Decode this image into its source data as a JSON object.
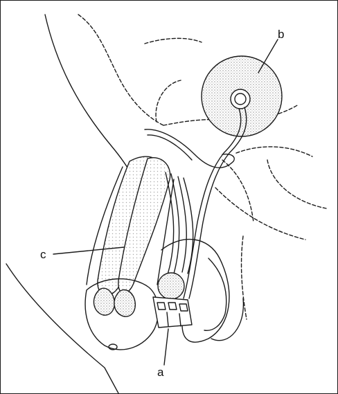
{
  "labels": {
    "a": "a",
    "b": "b",
    "c": "c"
  },
  "colors": {
    "ink": "#1a1a1a",
    "stipple": "#bcbcbc",
    "background": "#ffffff"
  }
}
